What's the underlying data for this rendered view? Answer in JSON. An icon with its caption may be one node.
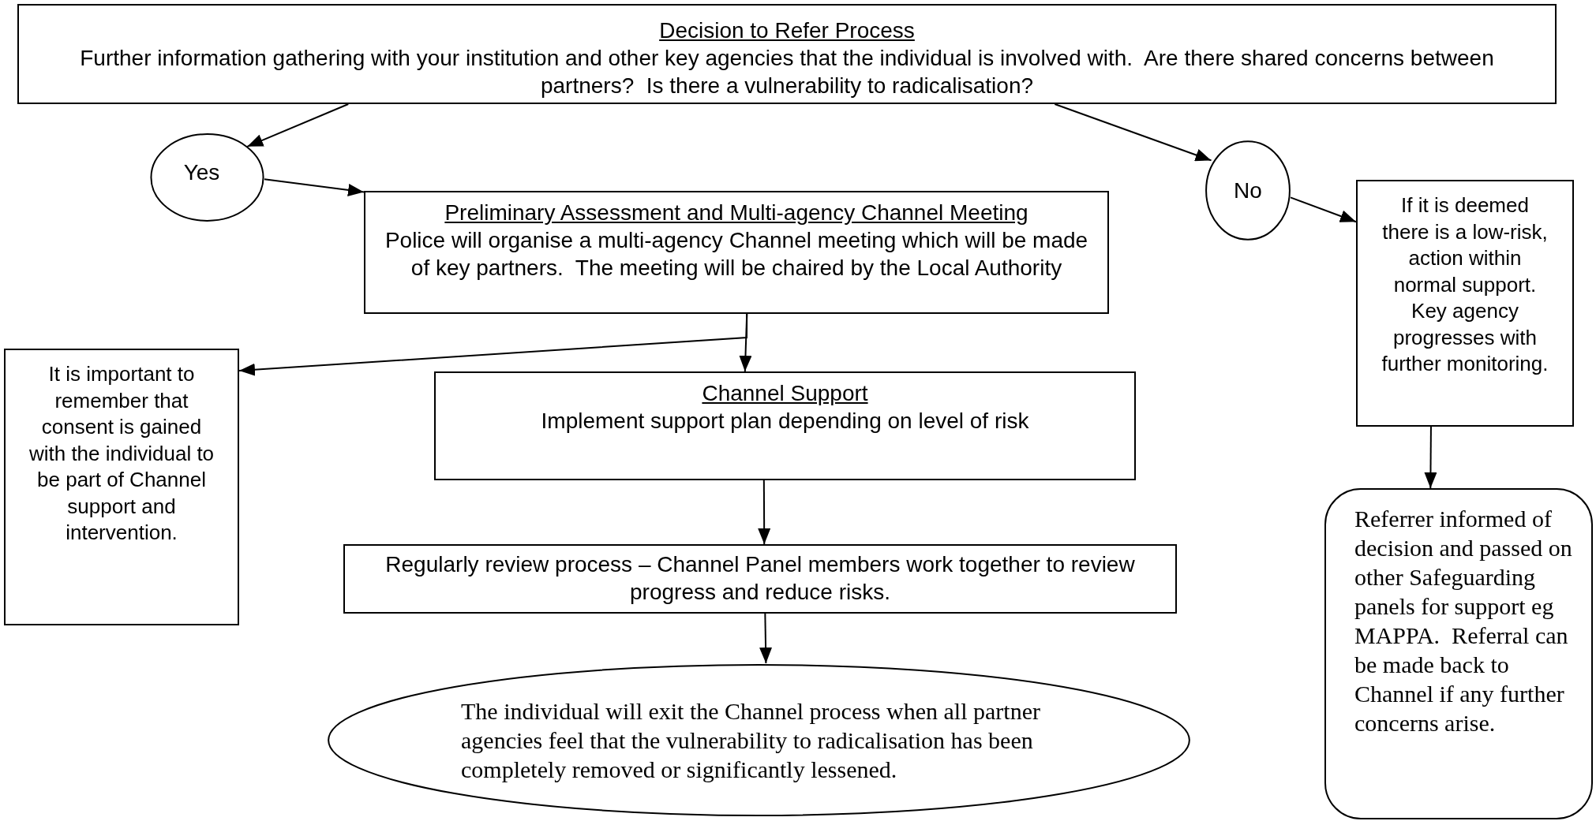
{
  "diagram": {
    "nodes": [
      {
        "text": [
          "Decision to Refer Process",
          "Further information gathering with your institution and other key agencies that the individual is involved with.  Are there shared concerns between partners?  Is there a vulnerability to radicalisation?"
        ]
      },
      {
        "text": [
          "Yes"
        ]
      },
      {
        "text": [
          "No"
        ]
      },
      {
        "text": [
          "Preliminary Assessment and Multi-agency Channel Meeting",
          "Police will organise a multi-agency Channel meeting which will be made of key partners.  The meeting will be chaired by the Local Authority"
        ]
      },
      {
        "text": [
          "If it is deemed there is a low-risk, action within normal support. Key agency progresses with further monitoring."
        ]
      },
      {
        "text": [
          "It is important to remember that consent is gained with the individual to be part of Channel support and intervention."
        ]
      },
      {
        "text": [
          "Channel Support",
          "Implement support plan depending on level of risk"
        ]
      },
      {
        "text": [
          "Regularly review process – Channel Panel members work together to review progress and reduce risks."
        ]
      },
      {
        "text": [
          "The individual will exit the Channel process when all partner agencies feel that the vulnerability to radicalisation has been completely removed or significantly lessened."
        ]
      },
      {
        "text": [
          "Referrer informed of decision and passed on other Safeguarding panels for support eg MAPPA.  Referral can be made back to Channel if any further concerns arise."
        ]
      }
    ],
    "edges": [
      {
        "from": 0,
        "to": 1,
        "arrow": "to"
      },
      {
        "from": 1,
        "to": 3,
        "arrow": "to"
      },
      {
        "from": 0,
        "to": 2,
        "arrow": "to"
      },
      {
        "from": 2,
        "to": 4,
        "arrow": "to"
      },
      {
        "from": 3,
        "to": 6,
        "arrow": "to"
      },
      {
        "from": 3,
        "to": 5,
        "arrow": "to"
      },
      {
        "from": 6,
        "to": 7,
        "arrow": "to"
      },
      {
        "from": 7,
        "to": 8,
        "arrow": "to"
      },
      {
        "from": 4,
        "to": 9,
        "arrow": "to"
      }
    ]
  }
}
